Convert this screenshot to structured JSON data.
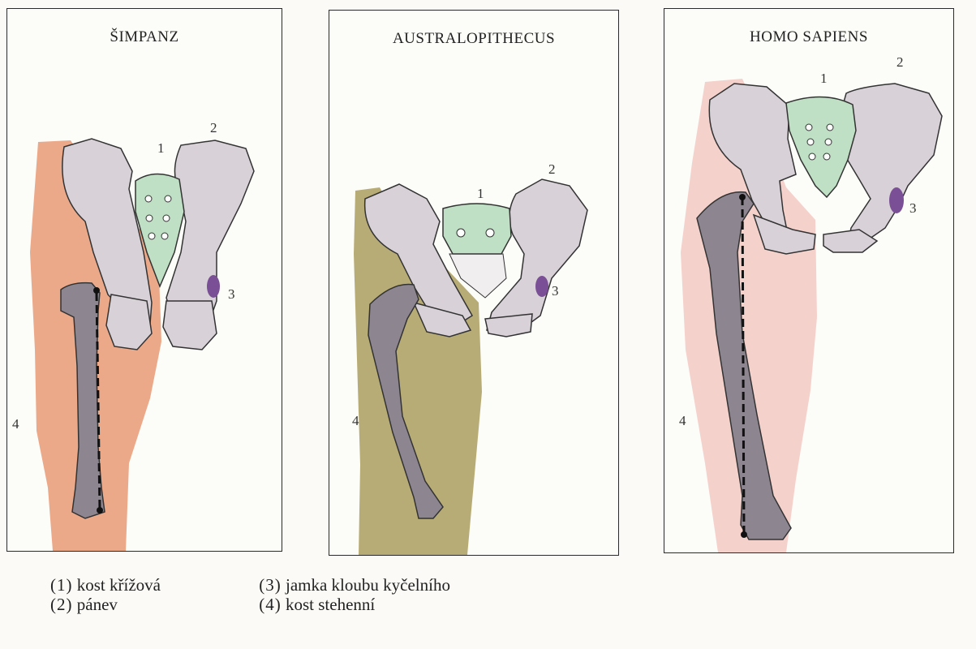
{
  "panels": [
    {
      "title": "ŠIMPANZ",
      "labels": {
        "sacrum": "1",
        "pelvis": "2",
        "socket": "3",
        "femur": "4"
      },
      "colors": {
        "leg": "#e9a07c",
        "sacrum": "#bfe0c4",
        "bone": "#d8d2d8",
        "femur": "#8d8590",
        "socket": "#7a4f95"
      }
    },
    {
      "title": "AUSTRALOPITHECUS",
      "labels": {
        "sacrum": "1",
        "pelvis": "2",
        "socket": "3",
        "femur": "4"
      },
      "colors": {
        "leg": "#b2a56a",
        "sacrum": "#bfe0c4",
        "bone": "#d8d2d8",
        "femur": "#8d8590",
        "socket": "#7a4f95"
      }
    },
    {
      "title": "HOMO SAPIENS",
      "labels": {
        "sacrum": "1",
        "pelvis": "2",
        "socket": "3",
        "femur": "4"
      },
      "colors": {
        "leg": "#f4cfc8",
        "sacrum": "#bfe0c4",
        "bone": "#d8d2d8",
        "femur": "#8d8590",
        "socket": "#7a4f95"
      }
    }
  ],
  "legend": [
    {
      "num": "(1)",
      "text": "kost křížová"
    },
    {
      "num": "(2)",
      "text": "pánev"
    },
    {
      "num": "(3)",
      "text": "jamka kloubu kyčelního"
    },
    {
      "num": "(4)",
      "text": "kost stehenní"
    }
  ]
}
